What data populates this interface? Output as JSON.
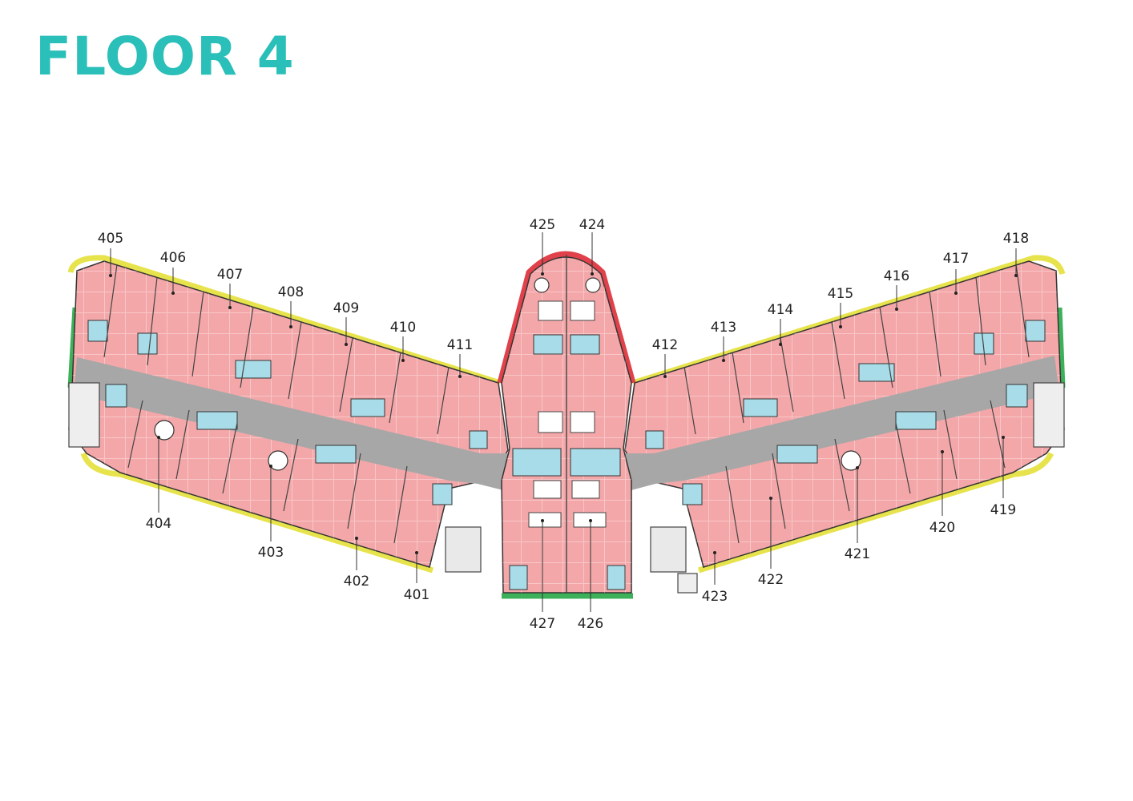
{
  "title": "FLOOR 4",
  "colors": {
    "title": "#2ABFB8",
    "unit_fill": "#F4A7A9",
    "bath_fill": "#A8DCE8",
    "corridor": "#A7A7A7",
    "balcony_yellow": "#E7E34C",
    "balcony_green": "#3DB15A",
    "balcony_red": "#E0414A"
  },
  "units": [
    {
      "id": "u401",
      "label": "401"
    },
    {
      "id": "u402",
      "label": "402"
    },
    {
      "id": "u403",
      "label": "403"
    },
    {
      "id": "u404",
      "label": "404"
    },
    {
      "id": "u405",
      "label": "405"
    },
    {
      "id": "u406",
      "label": "406"
    },
    {
      "id": "u407",
      "label": "407"
    },
    {
      "id": "u408",
      "label": "408"
    },
    {
      "id": "u409",
      "label": "409"
    },
    {
      "id": "u410",
      "label": "410"
    },
    {
      "id": "u411",
      "label": "411"
    },
    {
      "id": "u412",
      "label": "412"
    },
    {
      "id": "u413",
      "label": "413"
    },
    {
      "id": "u414",
      "label": "414"
    },
    {
      "id": "u415",
      "label": "415"
    },
    {
      "id": "u416",
      "label": "416"
    },
    {
      "id": "u417",
      "label": "417"
    },
    {
      "id": "u418",
      "label": "418"
    },
    {
      "id": "u419",
      "label": "419"
    },
    {
      "id": "u420",
      "label": "420"
    },
    {
      "id": "u421",
      "label": "421"
    },
    {
      "id": "u422",
      "label": "422"
    },
    {
      "id": "u423",
      "label": "423"
    },
    {
      "id": "u424",
      "label": "424"
    },
    {
      "id": "u425",
      "label": "425"
    },
    {
      "id": "u426",
      "label": "426"
    },
    {
      "id": "u427",
      "label": "427"
    }
  ]
}
